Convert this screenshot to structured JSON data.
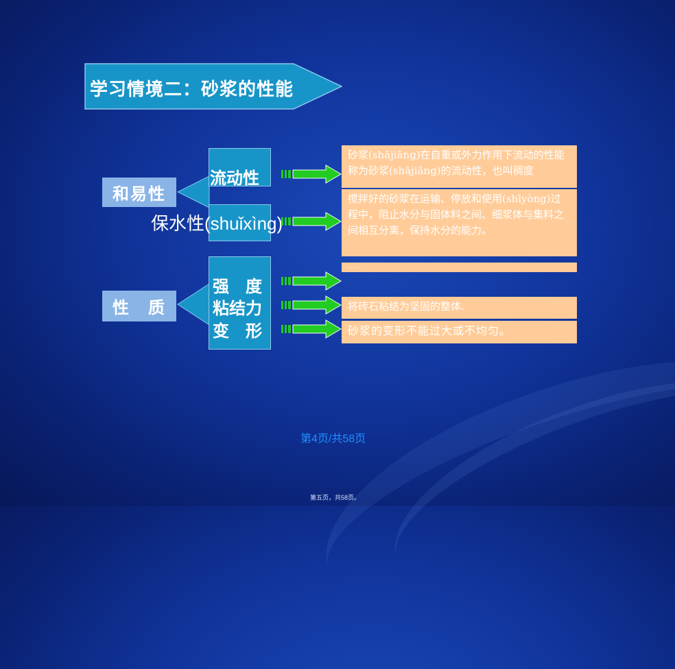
{
  "slide": {
    "title": "学习情境二：砂浆的性能",
    "groups": {
      "workability_label": "和易性",
      "property_label": "性　质"
    },
    "terms": {
      "fluidity": "流动性",
      "water_retention": "保水性(shuǐxìng)",
      "strength": "强　度",
      "bonding": "粘结力",
      "deformation": "变　形"
    },
    "descriptions": {
      "fluidity": "砂浆(shājiāng)在自重或外力作用下流动的性能称为砂浆(shājiāng)的流动性，也叫稠度",
      "water_retention": "搅拌好的砂浆在运输、停放和使用(shīyòng)过程中，阻止水分与固体料之间、细浆体与集料之间相互分离，保持水分的能力。",
      "strength": "……",
      "bonding": "将砖石粘结为坚固的整体.",
      "deformation": "砂浆的变形不能过大或不均匀。"
    },
    "page_indicator": "第4页/共58页",
    "footer_note": "第五页，共58页。"
  },
  "colors": {
    "background": "#10339a",
    "banner": "#1895c8",
    "label_box": "#8ab4e6",
    "callout": "#ffcc99",
    "arrow": "#22cc22"
  }
}
